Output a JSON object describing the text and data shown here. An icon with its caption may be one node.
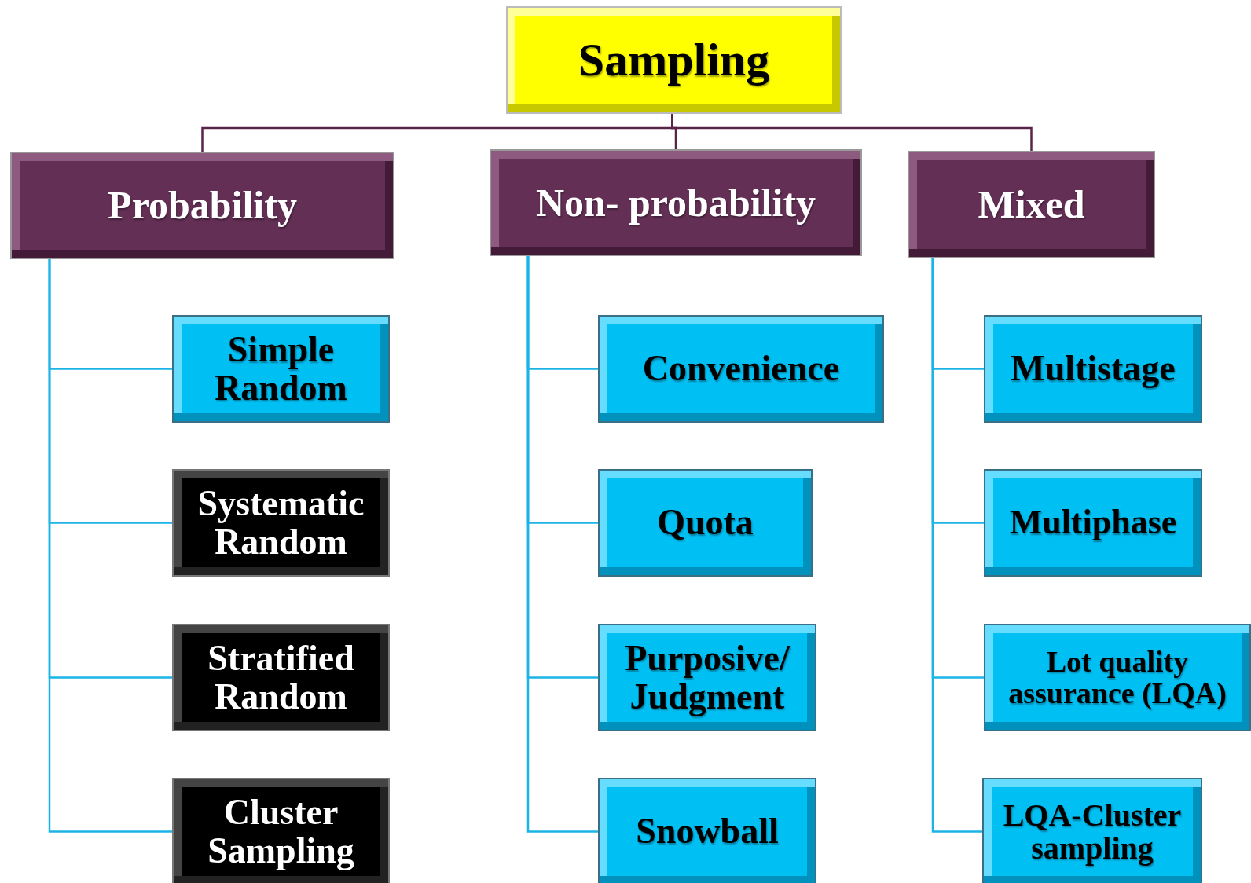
{
  "diagram": {
    "nodes": [
      {
        "text": [
          "Sampling"
        ]
      },
      {
        "text": [
          "Probability"
        ]
      },
      {
        "text": [
          "Non- probability"
        ]
      },
      {
        "text": [
          "Mixed"
        ]
      },
      {
        "text": [
          "Simple Random"
        ]
      },
      {
        "text": [
          "Systematic Random"
        ]
      },
      {
        "text": [
          "Stratified Random"
        ]
      },
      {
        "text": [
          "Cluster Sampling"
        ]
      },
      {
        "text": [
          "Convenience"
        ]
      },
      {
        "text": [
          "Quota"
        ]
      },
      {
        "text": [
          "Purposive/ Judgment"
        ]
      },
      {
        "text": [
          "Snowball"
        ]
      },
      {
        "text": [
          "Multistage"
        ]
      },
      {
        "text": [
          "Multiphase"
        ]
      },
      {
        "text": [
          "Lot quality assurance (LQA)"
        ]
      },
      {
        "text": [
          "LQA-Cluster sampling"
        ]
      }
    ],
    "edges": [
      {
        "from": 0,
        "to": 1,
        "arrow": "none",
        "color": "#5a2448"
      },
      {
        "from": 0,
        "to": 2,
        "arrow": "none",
        "color": "#5a2448"
      },
      {
        "from": 0,
        "to": 3,
        "arrow": "none",
        "color": "#5a2448"
      },
      {
        "from": 1,
        "to": 4,
        "arrow": "none"
      },
      {
        "from": 1,
        "to": 5,
        "arrow": "none"
      },
      {
        "from": 1,
        "to": 6,
        "arrow": "none"
      },
      {
        "from": 1,
        "to": 7,
        "arrow": "none"
      },
      {
        "from": 2,
        "to": 8,
        "arrow": "none"
      },
      {
        "from": 2,
        "to": 9,
        "arrow": "none"
      },
      {
        "from": 2,
        "to": 10,
        "arrow": "none"
      },
      {
        "from": 2,
        "to": 11,
        "arrow": "none"
      },
      {
        "from": 3,
        "to": 12,
        "arrow": "none"
      },
      {
        "from": 3,
        "to": 13,
        "arrow": "none"
      },
      {
        "from": 3,
        "to": 14,
        "arrow": "none"
      },
      {
        "from": 3,
        "to": 15,
        "arrow": "none"
      }
    ]
  }
}
